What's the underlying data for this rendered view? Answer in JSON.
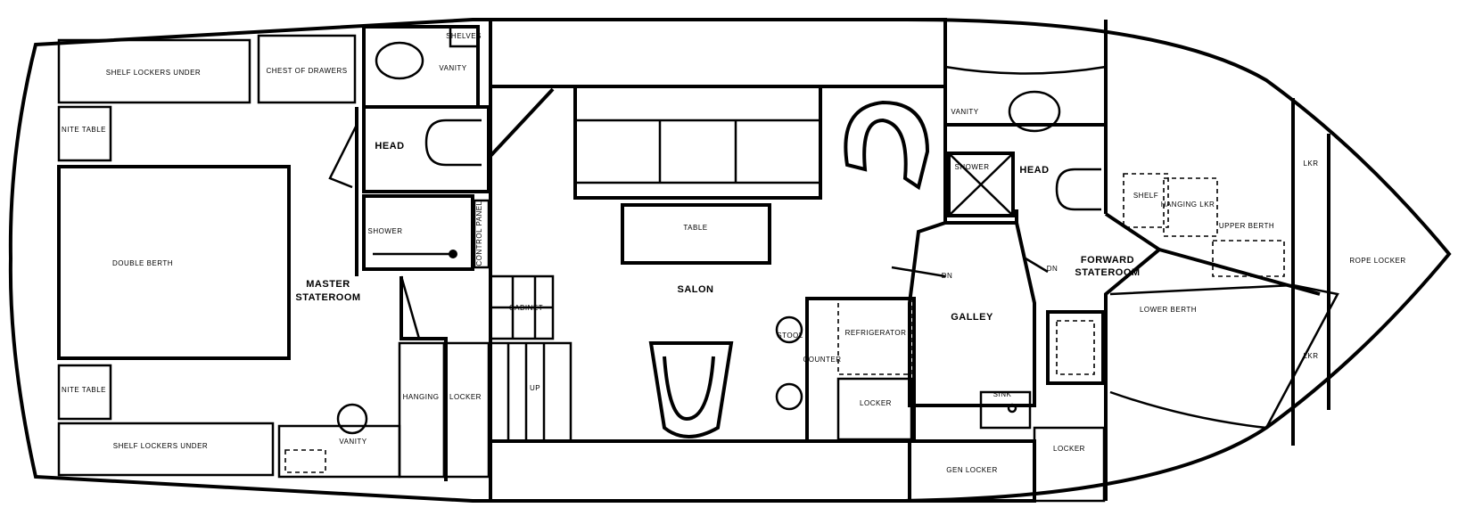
{
  "labels": {
    "shelf_lockers_aft_top": "SHELF LOCKERS UNDER",
    "chest_of_drawers": "CHEST OF DRAWERS",
    "vanity_aft_top": "VANITY",
    "aft_small_box": "SHELVES",
    "nite_table_top": "NITE TABLE",
    "nite_table_bottom": "NITE TABLE",
    "double_berth": "DOUBLE BERTH",
    "master_line1": "MASTER",
    "master_line2": "STATEROOM",
    "head_aft": "HEAD",
    "shower_aft": "SHOWER",
    "control_panel": "CONTROL PANEL",
    "hanging_locker": "HANGING",
    "locker_aft": "LOCKER",
    "shelf_lockers_aft_bottom": "SHELF LOCKERS UNDER",
    "vanity_aft_bottom": "VANITY",
    "table": "TABLE",
    "salon": "SALON",
    "cabinet_left": "CABINET",
    "up_steps": "UP",
    "vanity_fwd": "VANITY",
    "shower_fwd": "SHOWER",
    "head_fwd": "HEAD",
    "galley": "GALLEY",
    "refrigerator": "REFRIGERATOR",
    "counter": "COUNTER",
    "locker_galley": "LOCKER",
    "stool_top": "STOOL",
    "sink": "SINK",
    "dn_left": "DN",
    "dn_right": "DN",
    "forward_line1": "FORWARD",
    "forward_line2": "STATEROOM",
    "lower_berth": "LOWER BERTH",
    "upper_berth": "UPPER BERTH",
    "shelf_fwd": "SHELF",
    "hanging_fwd": "HANGING LKR",
    "locker_fwd_small": "LOCKER",
    "gen_locker": "GEN LOCKER",
    "rope_locker": "ROPE LOCKER",
    "lkr_top": "LKR",
    "lkr_bottom": "LKR"
  }
}
